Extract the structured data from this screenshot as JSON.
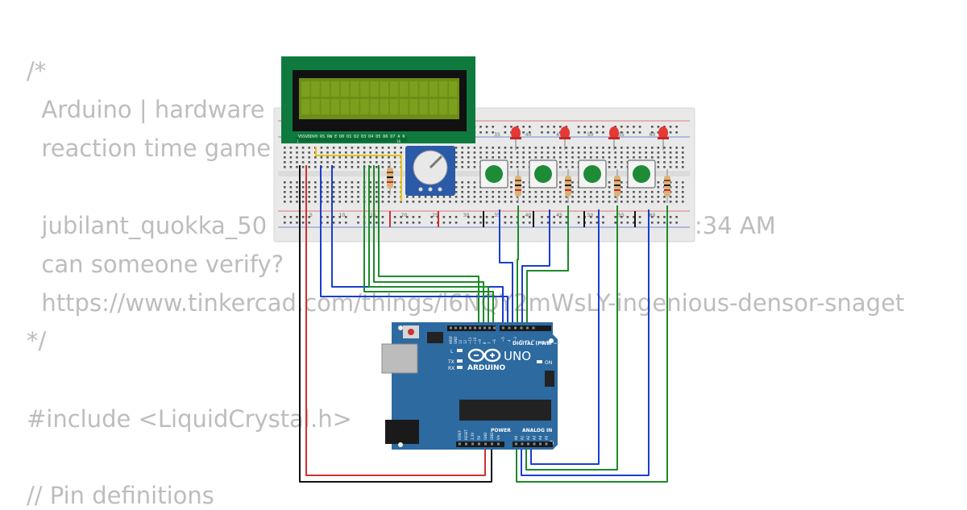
{
  "code_lines": [
    "/*",
    "  Arduino | hardware",
    "  reaction time game",
    "",
    "  jubilant_quokka_50",
    "  can someone verify?",
    "  https://www.tinkercad.com/things/i6NQY2mWsLY-ingenious-densor-snaget",
    "*/",
    "",
    "#include <LiquidCrystal.h>",
    "",
    "// Pin definitions"
  ],
  "code_fragment_right": ":34 AM",
  "lcd": {
    "pin_labels": "VSSVDDV0 RS RW E  D0 D1 D2 D3 D4 D5 D6 D7 A  K",
    "pin_start": "1",
    "pin_end": "16"
  },
  "breadboard": {
    "col_numbers": [
      "5",
      "10",
      "15",
      "20",
      "25",
      "30",
      "35",
      "40",
      "45",
      "50",
      "55",
      "60"
    ]
  },
  "arduino": {
    "brand": "ARDUINO",
    "model": "UNO",
    "digital_label": "DIGITAL (PWM ~)",
    "power_label": "POWER",
    "analog_label": "ANALOG IN",
    "on_label": "ON",
    "led_l": "L",
    "led_tx": "TX",
    "led_rx": "RX",
    "tx_pin": "TX",
    "rx_pin": "RX",
    "aref": "AREF",
    "gnd": "GND",
    "digital_pins": [
      "13",
      "12",
      "~11",
      "~10",
      "~9",
      "8",
      "7",
      "~6",
      "~5",
      "4",
      "~3",
      "2",
      "1",
      "0"
    ],
    "power_pins": [
      "IOREF",
      "RESET",
      "3.3V",
      "5V",
      "GND",
      "GND",
      "Vin"
    ],
    "analog_pins": [
      "A0",
      "A1",
      "A2",
      "A3",
      "A4",
      "A5"
    ]
  },
  "colors": {
    "board": "#2c6aa0",
    "lcd_pcb": "#0e7a3e",
    "lcd_screen": "#6d8e17",
    "breadboard": "#e9e9e9",
    "wire_red": "#d32f2f",
    "wire_black": "#111111",
    "wire_blue": "#1a3ecf",
    "wire_green": "#1d8a2a",
    "wire_yellow": "#e6c21a",
    "button": "#1e8b36",
    "led": "#e53935",
    "code_text": "#bdbdbd"
  }
}
